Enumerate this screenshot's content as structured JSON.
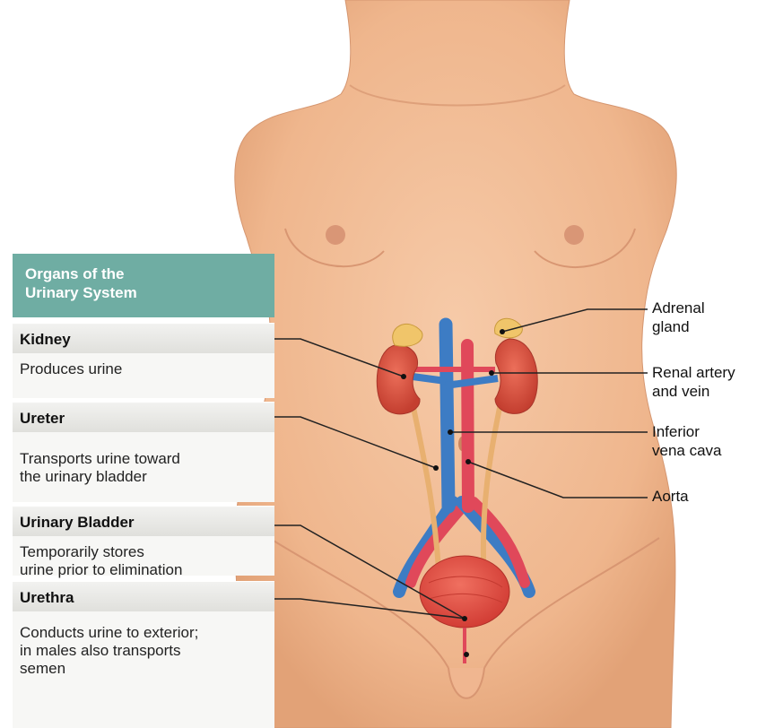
{
  "panel": {
    "title_line1": "Organs of the",
    "title_line2": "Urinary System",
    "sections": [
      {
        "title": "Kidney",
        "desc": [
          "Produces urine"
        ]
      },
      {
        "title": "Ureter",
        "desc": [
          "Transports urine toward",
          "the urinary bladder"
        ]
      },
      {
        "title": "Urinary Bladder",
        "desc": [
          "Temporarily stores",
          "urine prior to elimination"
        ]
      },
      {
        "title": "Urethra",
        "desc": [
          "Conducts urine to exterior;",
          "in males also transports",
          "semen"
        ]
      }
    ]
  },
  "labels": [
    {
      "lines": [
        "Adrenal",
        "gland"
      ]
    },
    {
      "lines": [
        "Renal artery",
        "and vein"
      ]
    },
    {
      "lines": [
        "Inferior",
        "vena cava"
      ]
    },
    {
      "lines": [
        "Aorta"
      ]
    }
  ],
  "colors": {
    "skin": "#f2c09a",
    "skin_shadow": "#e3a57b",
    "header_teal": "#6fada3",
    "vein_blue": "#3d7cc4",
    "artery_red": "#e0485a",
    "kidney": "#d9503e",
    "adrenal": "#f0c56a",
    "ureter": "#e8b070"
  }
}
